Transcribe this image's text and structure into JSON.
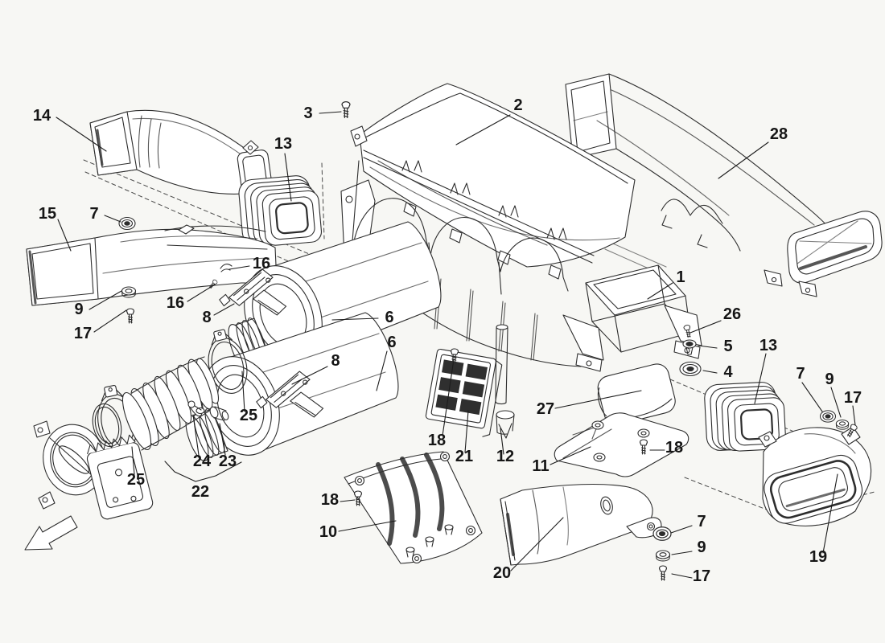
{
  "colors": {
    "background": "#f7f7f4",
    "line": "#2d2d2d",
    "label": "#161616",
    "dark_fill": "#2f2f2f"
  },
  "orientation_arrow": "arrow-lower-left-icon",
  "callouts": [
    {
      "n": "14"
    },
    {
      "n": "3"
    },
    {
      "n": "2"
    },
    {
      "n": "28"
    },
    {
      "n": "13"
    },
    {
      "n": "15"
    },
    {
      "n": "7"
    },
    {
      "n": "16"
    },
    {
      "n": "16"
    },
    {
      "n": "8"
    },
    {
      "n": "9"
    },
    {
      "n": "17"
    },
    {
      "n": "6"
    },
    {
      "n": "6"
    },
    {
      "n": "8"
    },
    {
      "n": "1"
    },
    {
      "n": "26"
    },
    {
      "n": "5"
    },
    {
      "n": "4"
    },
    {
      "n": "13"
    },
    {
      "n": "7"
    },
    {
      "n": "9"
    },
    {
      "n": "17"
    },
    {
      "n": "25"
    },
    {
      "n": "25"
    },
    {
      "n": "24"
    },
    {
      "n": "23"
    },
    {
      "n": "22"
    },
    {
      "n": "27"
    },
    {
      "n": "11"
    },
    {
      "n": "18"
    },
    {
      "n": "12"
    },
    {
      "n": "21"
    },
    {
      "n": "18"
    },
    {
      "n": "18"
    },
    {
      "n": "10"
    },
    {
      "n": "20"
    },
    {
      "n": "7"
    },
    {
      "n": "9"
    },
    {
      "n": "17"
    },
    {
      "n": "19"
    }
  ]
}
